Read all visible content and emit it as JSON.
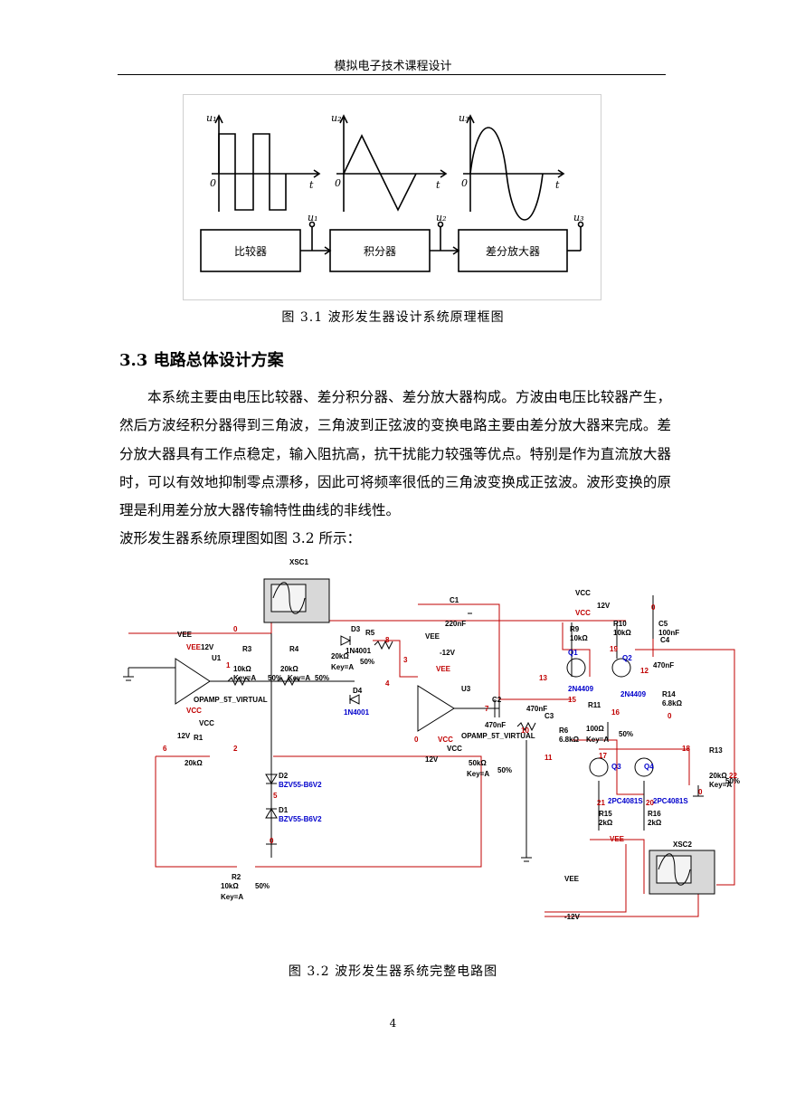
{
  "header": {
    "running_title": "模拟电子技术课程设计"
  },
  "figure1": {
    "caption": "图 3.1  波形发生器设计系统原理框图",
    "graphs": [
      {
        "axis_label": "u₁",
        "origin": "0",
        "t_label": "t"
      },
      {
        "axis_label": "u₂",
        "origin": "0",
        "t_label": "t"
      },
      {
        "axis_label": "u₃",
        "origin": "0",
        "t_label": "t"
      }
    ],
    "blocks": [
      "比较器",
      "积分器",
      "差分放大器"
    ],
    "node_labels": [
      "u₁",
      "u₂",
      "u₃"
    ]
  },
  "section": {
    "title": "3.3 电路总体设计方案"
  },
  "body": {
    "paragraph": "本系统主要由电压比较器、差分积分器、差分放大器构成。方波由电压比较器产生，然后方波经积分器得到三角波，三角波到正弦波的变换电路主要由差分放大器来完成。差分放大器具有工作点稳定，输入阻抗高，抗干扰能力较强等优点。特别是作为直流放大器时，可以有效地抑制零点漂移，因此可将频率很低的三角波变换成正弦波。波形变换的原理是利用差分放大器传输特性曲线的非线性。",
    "last_line": "波形发生器系统原理图如图 3.2 所示："
  },
  "figure2": {
    "caption": "图 3.2  波形发生器系统完整电路图",
    "labels": {
      "xsc1": "XSC1",
      "xsc2": "XSC2",
      "c1": "C1",
      "c1v": "220nF",
      "vee": "VEE",
      "vee2": "VEE",
      "vee3": "VEE",
      "vee4": "VEE",
      "v12": "12V",
      "u1": "U1",
      "r3": "R3",
      "r4": "R4",
      "r3v": "10kΩ",
      "r4v": "20kΩ",
      "key1": "Key=A",
      "key2": "Key=A",
      "pct1": "50%",
      "pct2": "50%",
      "opamp1": "OPAMP_5T_VIRTUAL",
      "vcc1": "VCC",
      "vcc2": "VCC",
      "v12b": "12V",
      "r1": "R1",
      "r1v": "20kΩ",
      "n6": "6",
      "n2": "2",
      "n1": "1",
      "n0a": "0",
      "d3": "D3",
      "r5": "R5",
      "d3v": "1N4001",
      "r5v": "20kΩ",
      "key5": "Key=A",
      "pct5": "50%",
      "n8": "8",
      "n3": "3",
      "n4": "4",
      "d4": "D4",
      "d4v": "1N4001",
      "d2": "D2",
      "d2v": "BZV55-B6V2",
      "n5": "5",
      "d1": "D1",
      "d1v": "BZV55-B6V2",
      "n0b": "0",
      "r2": "R2",
      "r2v": "10kΩ",
      "key2b": "Key=A",
      "pct2b": "50%",
      "vm12": "-12V",
      "u3": "U3",
      "c2": "C2",
      "c2v": "470nF",
      "n7": "7",
      "n0c": "0",
      "vcc3": "VCC",
      "opamp3": "OPAMP_5T_VIRTUAL",
      "v12c": "12V",
      "r50": "50kΩ",
      "key50": "Key=A",
      "pct50": "50%",
      "vcc4": "VCC",
      "v12d": "12V",
      "vcc5": "VCC",
      "r9": "R9",
      "r9v": "10kΩ",
      "r10": "R10",
      "r10v": "10kΩ",
      "c5": "C5",
      "c5v": "100nF",
      "c4": "C4",
      "c4v": "470nF",
      "q1": "Q1",
      "q2": "Q2",
      "n19": "19",
      "n12": "12",
      "n13": "13",
      "t1": "2N4409",
      "t2": "2N4409",
      "n15": "15",
      "r11": "R11",
      "r11v": "100Ω",
      "r14": "R14",
      "r14v": "6.8kΩ",
      "c3": "C3",
      "c3v": "470nF",
      "r6": "R6",
      "r6v": "6.8kΩ",
      "n10": "10",
      "n11": "11",
      "n16": "16",
      "key6": "Key=A",
      "pct6": "50%",
      "n17": "17",
      "n18": "18",
      "q3": "Q3",
      "q4": "Q4",
      "r13": "R13",
      "r13v": "20kΩ",
      "key13": "Key=A",
      "pct13": "50%",
      "n22": "22",
      "n21": "21",
      "n20": "20",
      "t3": "2PC4081S",
      "t4": "2PC4081S",
      "r15": "R15",
      "r15v": "2kΩ",
      "r16": "R16",
      "r16v": "2kΩ",
      "n0d": "0",
      "n0e": "0",
      "n0f": "0",
      "vm12b": "-12V"
    }
  },
  "page_number": "4"
}
